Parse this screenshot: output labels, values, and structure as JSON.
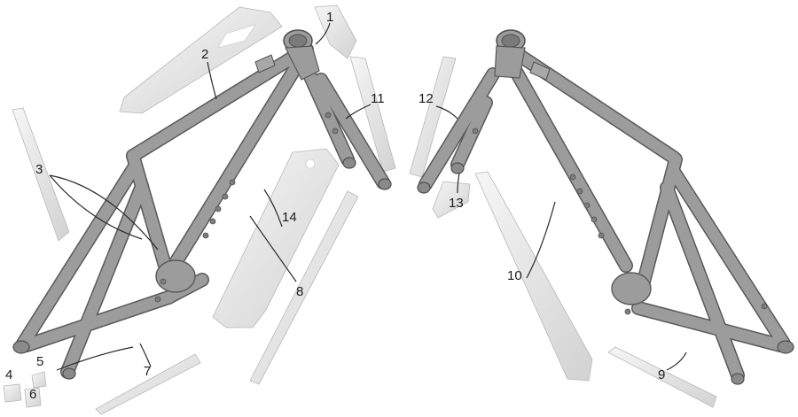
{
  "diagram": {
    "callouts": [
      {
        "key": "c1",
        "text": "1"
      },
      {
        "key": "c2",
        "text": "2"
      },
      {
        "key": "c3",
        "text": "3"
      },
      {
        "key": "c4",
        "text": "4"
      },
      {
        "key": "c5",
        "text": "5"
      },
      {
        "key": "c6",
        "text": "6"
      },
      {
        "key": "c7",
        "text": "7"
      },
      {
        "key": "c8",
        "text": "8"
      },
      {
        "key": "c9",
        "text": "9"
      },
      {
        "key": "c10",
        "text": "10"
      },
      {
        "key": "c11",
        "text": "11"
      },
      {
        "key": "c12",
        "text": "12"
      },
      {
        "key": "c13",
        "text": "13"
      },
      {
        "key": "c14",
        "text": "14"
      }
    ],
    "colors": {
      "frame_fill": "#9c9c9c",
      "frame_edge": "#5a5a5a",
      "film_light": "#f4f4f4",
      "film_dark": "#d6d6d6",
      "label": "#1a1a1a"
    }
  }
}
